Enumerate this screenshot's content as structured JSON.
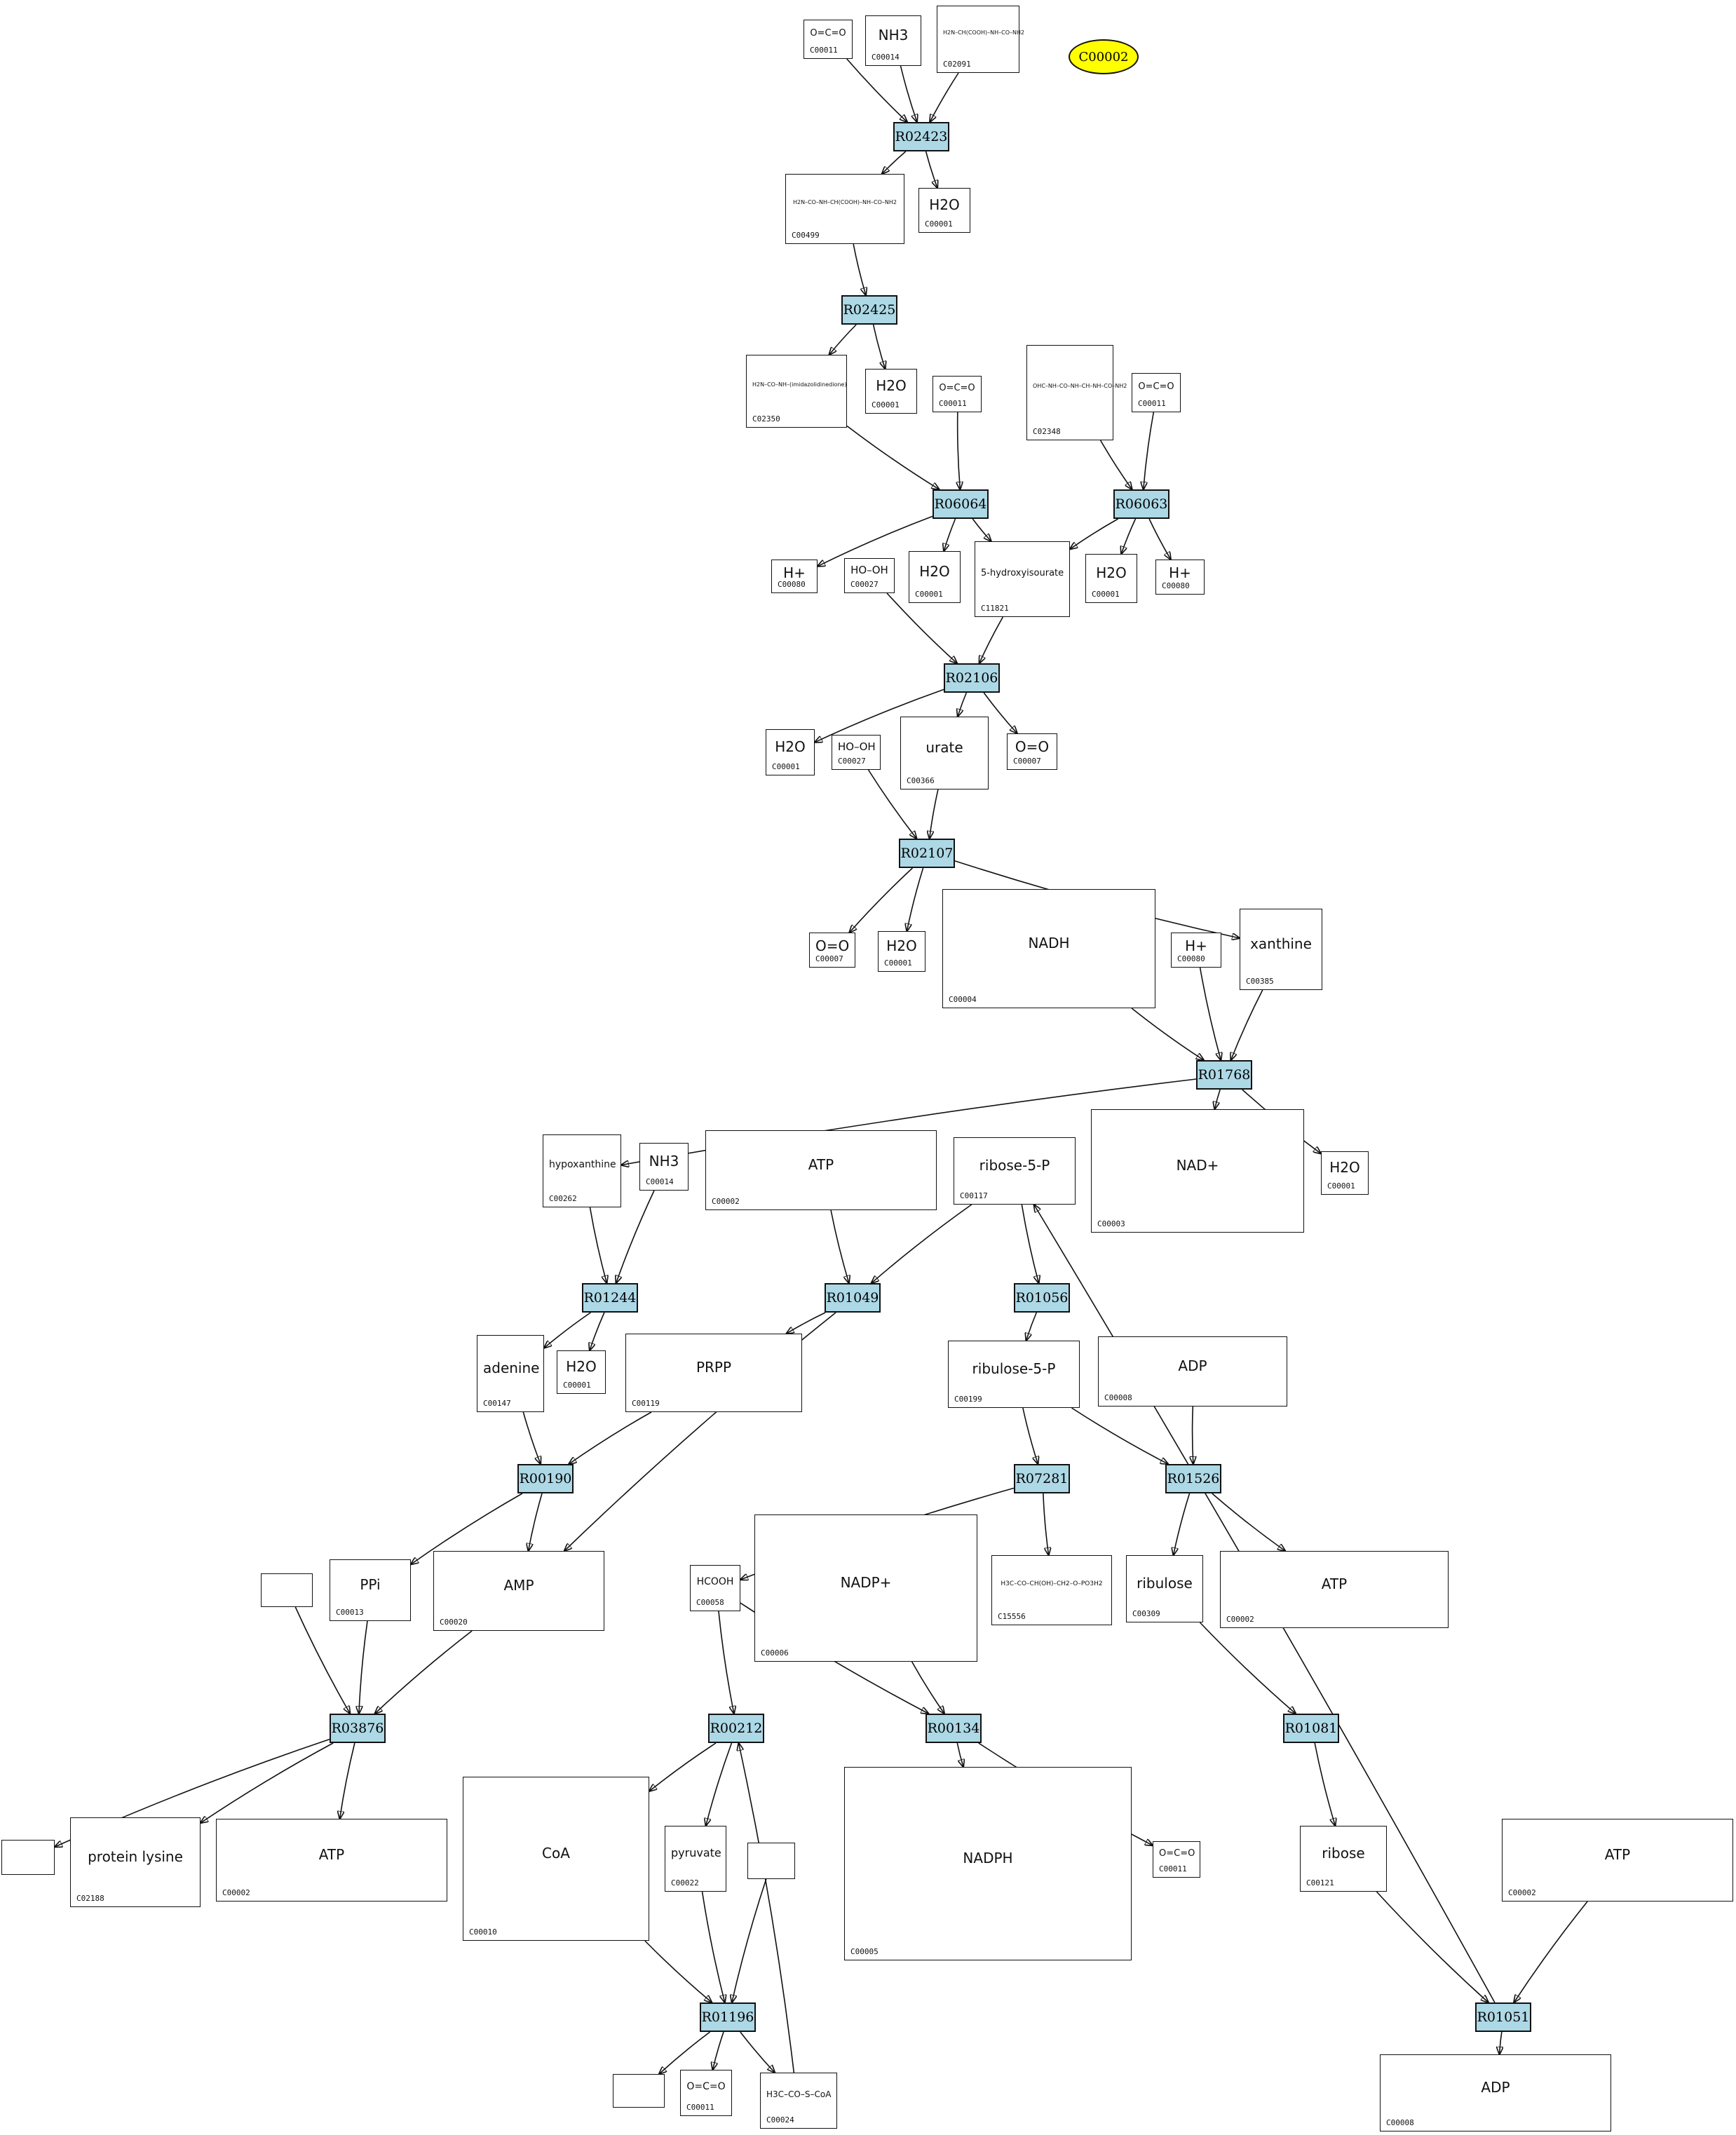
{
  "diagram": {
    "root": {
      "id": "root",
      "label": "C00002"
    },
    "reactions": [
      {
        "id": "R02423",
        "label": "R02423"
      },
      {
        "id": "R02425",
        "label": "R02425"
      },
      {
        "id": "R06064",
        "label": "R06064"
      },
      {
        "id": "R06063",
        "label": "R06063"
      },
      {
        "id": "R02106",
        "label": "R02106"
      },
      {
        "id": "R02107",
        "label": "R02107"
      },
      {
        "id": "R01768",
        "label": "R01768"
      },
      {
        "id": "R01244",
        "label": "R01244"
      },
      {
        "id": "R01049",
        "label": "R01049"
      },
      {
        "id": "R01056",
        "label": "R01056"
      },
      {
        "id": "R00190",
        "label": "R00190"
      },
      {
        "id": "R07281",
        "label": "R07281"
      },
      {
        "id": "R01526",
        "label": "R01526"
      },
      {
        "id": "R03876",
        "label": "R03876"
      },
      {
        "id": "R00212",
        "label": "R00212"
      },
      {
        "id": "R00134",
        "label": "R00134"
      },
      {
        "id": "R01081",
        "label": "R01081"
      },
      {
        "id": "R01196",
        "label": "R01196"
      },
      {
        "id": "R01051",
        "label": "R01051"
      }
    ],
    "compounds": [
      {
        "id": "c1",
        "label": "C00011",
        "formula": "O=C=O"
      },
      {
        "id": "c2",
        "label": "C00014",
        "formula": "NH3"
      },
      {
        "id": "c3",
        "label": "C02091",
        "formula": "H2N–CH(COOH)–NH–CO–NH2"
      },
      {
        "id": "c4",
        "label": "C00499",
        "formula": "H2N–CO–NH–CH(COOH)–NH–CO–NH2"
      },
      {
        "id": "c5",
        "label": "C00001",
        "formula": "H2O"
      },
      {
        "id": "c6",
        "label": "C02350",
        "formula": "H2N–CO–NH–(imidazolidinedione)"
      },
      {
        "id": "c7",
        "label": "C00001",
        "formula": "H2O"
      },
      {
        "id": "c8",
        "label": "C00011",
        "formula": "O=C=O"
      },
      {
        "id": "c9",
        "label": "C02348",
        "formula": "OHC–NH–CO–NH–CH–NH–CO–NH2"
      },
      {
        "id": "c10",
        "label": "C00011",
        "formula": "O=C=O"
      },
      {
        "id": "c11",
        "label": "C00080",
        "formula": "H+"
      },
      {
        "id": "c12",
        "label": "C00027",
        "formula": "HO–OH"
      },
      {
        "id": "c13",
        "label": "C00001",
        "formula": "H2O"
      },
      {
        "id": "c14",
        "label": "C11821",
        "formula": "5-hydroxyisourate"
      },
      {
        "id": "c15",
        "label": "C00001",
        "formula": "H2O"
      },
      {
        "id": "c16",
        "label": "C00080",
        "formula": "H+"
      },
      {
        "id": "c17",
        "label": "C00001",
        "formula": "H2O"
      },
      {
        "id": "c18",
        "label": "C00027",
        "formula": "HO–OH"
      },
      {
        "id": "c19",
        "label": "C00366",
        "formula": "urate"
      },
      {
        "id": "c20",
        "label": "C00007",
        "formula": "O=O"
      },
      {
        "id": "c21",
        "label": "C00007",
        "formula": "O=O"
      },
      {
        "id": "c22",
        "label": "C00001",
        "formula": "H2O"
      },
      {
        "id": "c23",
        "label": "C00004",
        "formula": "NADH"
      },
      {
        "id": "c24",
        "label": "C00080",
        "formula": "H+"
      },
      {
        "id": "c25",
        "label": "C00385",
        "formula": "xanthine"
      },
      {
        "id": "c26",
        "label": "C00262",
        "formula": "hypoxanthine"
      },
      {
        "id": "c27",
        "label": "C00014",
        "formula": "NH3"
      },
      {
        "id": "c28",
        "label": "C00002",
        "formula": "ATP"
      },
      {
        "id": "c29",
        "label": "C00117",
        "formula": "ribose-5-P"
      },
      {
        "id": "c30",
        "label": "C00003",
        "formula": "NAD+"
      },
      {
        "id": "c31",
        "label": "C00001",
        "formula": "H2O"
      },
      {
        "id": "c32",
        "label": "C00147",
        "formula": "adenine"
      },
      {
        "id": "c33",
        "label": "C00001",
        "formula": "H2O"
      },
      {
        "id": "c34",
        "label": "C00119",
        "formula": "PRPP"
      },
      {
        "id": "c35",
        "label": "C00199",
        "formula": "ribulose-5-P"
      },
      {
        "id": "c36",
        "label": "C00008",
        "formula": "ADP"
      },
      {
        "id": "c37",
        "label": "C00013",
        "formula": "PPi"
      },
      {
        "id": "c38",
        "label": "C00020",
        "formula": "AMP"
      },
      {
        "id": "c39",
        "label": "C00058",
        "formula": "HCOOH"
      },
      {
        "id": "c40",
        "label": "C00006",
        "formula": "NADP+"
      },
      {
        "id": "c41",
        "label": "C15556",
        "formula": "H3C–CO–CH(OH)–CH2–O–PO3H2"
      },
      {
        "id": "c42",
        "label": "C00309",
        "formula": "ribulose"
      },
      {
        "id": "c43",
        "label": "C00002",
        "formula": "ATP"
      },
      {
        "id": "c44",
        "label": "",
        "formula": ""
      },
      {
        "id": "c45",
        "label": "",
        "formula": ""
      },
      {
        "id": "c46",
        "label": "C02188",
        "formula": "protein lysine"
      },
      {
        "id": "c47",
        "label": "C00002",
        "formula": "ATP"
      },
      {
        "id": "c48",
        "label": "C00010",
        "formula": "CoA"
      },
      {
        "id": "c49",
        "label": "C00022",
        "formula": "pyruvate"
      },
      {
        "id": "c50",
        "label": "",
        "formula": ""
      },
      {
        "id": "c51",
        "label": "C00005",
        "formula": "NADPH"
      },
      {
        "id": "c52",
        "label": "C00011",
        "formula": "O=C=O"
      },
      {
        "id": "c53",
        "label": "C00121",
        "formula": "ribose"
      },
      {
        "id": "c54",
        "label": "C00002",
        "formula": "ATP"
      },
      {
        "id": "c55",
        "label": "",
        "formula": ""
      },
      {
        "id": "c56",
        "label": "C00011",
        "formula": "O=C=O"
      },
      {
        "id": "c57",
        "label": "C00024",
        "formula": "H3C–CO–S–CoA"
      },
      {
        "id": "c58",
        "label": "C00008",
        "formula": "ADP"
      }
    ],
    "edges": [
      [
        "c1",
        "R02423"
      ],
      [
        "c2",
        "R02423"
      ],
      [
        "c3",
        "R02423"
      ],
      [
        "R02423",
        "c4"
      ],
      [
        "R02423",
        "c5"
      ],
      [
        "c4",
        "R02425"
      ],
      [
        "R02425",
        "c6"
      ],
      [
        "R02425",
        "c7"
      ],
      [
        "c6",
        "R06064"
      ],
      [
        "c8",
        "R06064"
      ],
      [
        "c9",
        "R06063"
      ],
      [
        "c10",
        "R06063"
      ],
      [
        "R06064",
        "c11"
      ],
      [
        "R06064",
        "c13"
      ],
      [
        "R06064",
        "c14"
      ],
      [
        "R06063",
        "c14"
      ],
      [
        "R06063",
        "c15"
      ],
      [
        "R06063",
        "c16"
      ],
      [
        "c12",
        "R02106"
      ],
      [
        "c14",
        "R02106"
      ],
      [
        "R02106",
        "c17"
      ],
      [
        "R02106",
        "c19"
      ],
      [
        "R02106",
        "c20"
      ],
      [
        "c18",
        "R02107"
      ],
      [
        "c19",
        "R02107"
      ],
      [
        "R02107",
        "c21"
      ],
      [
        "R02107",
        "c22"
      ],
      [
        "R02107",
        "c25"
      ],
      [
        "c23",
        "R01768"
      ],
      [
        "c24",
        "R01768"
      ],
      [
        "c25",
        "R01768"
      ],
      [
        "R01768",
        "c26"
      ],
      [
        "R01768",
        "c30"
      ],
      [
        "R01768",
        "c31"
      ],
      [
        "c26",
        "R01244"
      ],
      [
        "c27",
        "R01244"
      ],
      [
        "R01244",
        "c32"
      ],
      [
        "R01244",
        "c33"
      ],
      [
        "c28",
        "R01049"
      ],
      [
        "c29",
        "R01049"
      ],
      [
        "R01049",
        "c34"
      ],
      [
        "R01049",
        "c38"
      ],
      [
        "c29",
        "R01056"
      ],
      [
        "R01056",
        "c35"
      ],
      [
        "c32",
        "R00190"
      ],
      [
        "c34",
        "R00190"
      ],
      [
        "R00190",
        "c37"
      ],
      [
        "R00190",
        "c38"
      ],
      [
        "c35",
        "R07281"
      ],
      [
        "R07281",
        "c39"
      ],
      [
        "R07281",
        "c41"
      ],
      [
        "c35",
        "R01526"
      ],
      [
        "c36",
        "R01526"
      ],
      [
        "R01526",
        "c42"
      ],
      [
        "R01526",
        "c43"
      ],
      [
        "c44",
        "R03876"
      ],
      [
        "c37",
        "R03876"
      ],
      [
        "c38",
        "R03876"
      ],
      [
        "R03876",
        "c45"
      ],
      [
        "R03876",
        "c46"
      ],
      [
        "R03876",
        "c47"
      ],
      [
        "c39",
        "R00212"
      ],
      [
        "c57",
        "R00212"
      ],
      [
        "R00212",
        "c48"
      ],
      [
        "R00212",
        "c49"
      ],
      [
        "c39",
        "R00134"
      ],
      [
        "c40",
        "R00134"
      ],
      [
        "R00134",
        "c51"
      ],
      [
        "R00134",
        "c52"
      ],
      [
        "c42",
        "R01081"
      ],
      [
        "R01081",
        "c53"
      ],
      [
        "c48",
        "R01196"
      ],
      [
        "c49",
        "R01196"
      ],
      [
        "c50",
        "R01196"
      ],
      [
        "R01196",
        "c55"
      ],
      [
        "R01196",
        "c56"
      ],
      [
        "R01196",
        "c57"
      ],
      [
        "c53",
        "R01051"
      ],
      [
        "c54",
        "R01051"
      ],
      [
        "R01051",
        "c58"
      ],
      [
        "R01051",
        "c29"
      ]
    ]
  }
}
